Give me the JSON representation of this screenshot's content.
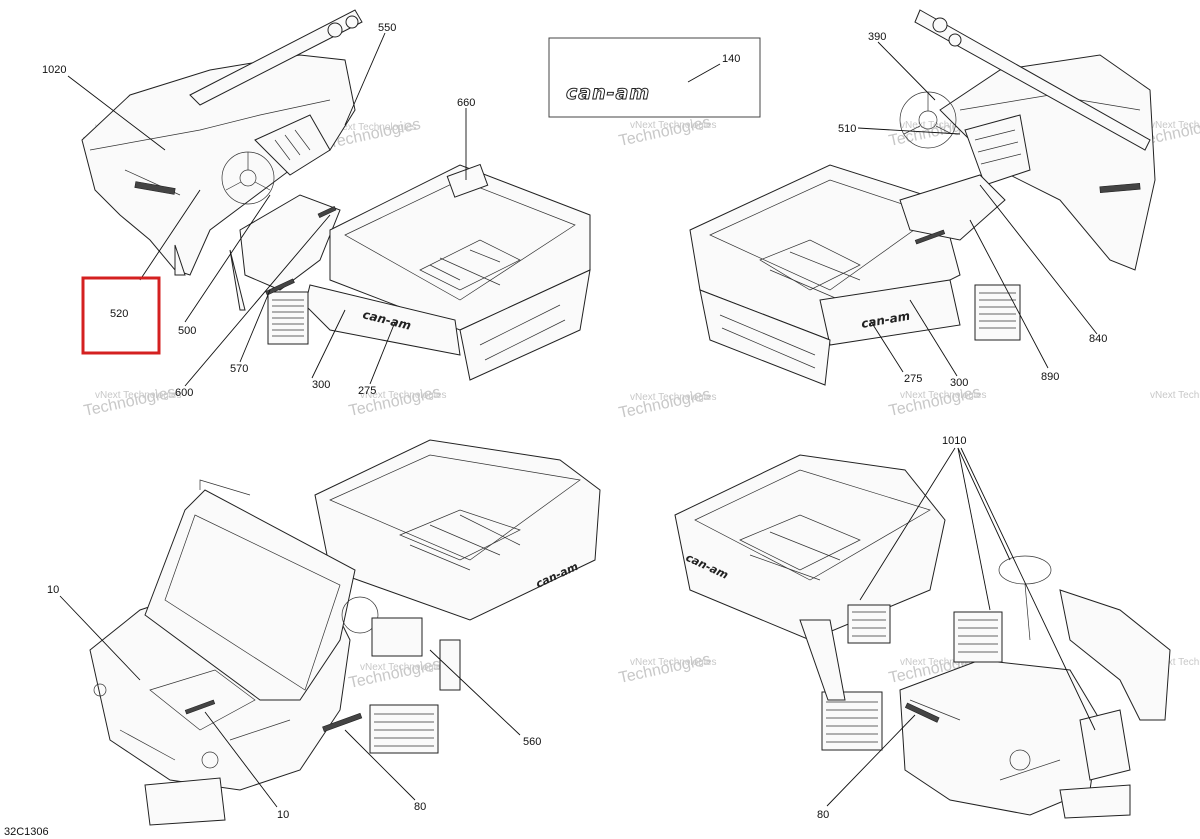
{
  "callouts": {
    "c1020": "1020",
    "c550": "550",
    "c660": "660",
    "c140": "140",
    "c390": "390",
    "c510": "510",
    "c520": "520",
    "c500": "500",
    "c600": "600",
    "c570": "570",
    "c300a": "300",
    "c275a": "275",
    "c275b": "275",
    "c300b": "300",
    "c890": "890",
    "c840": "840",
    "c1010": "1010",
    "c10a": "10",
    "c10b": "10",
    "c560": "560",
    "c80a": "80",
    "c80b": "80"
  },
  "brand_decal": "can-am",
  "drawing_code": "32C1306",
  "watermark": {
    "line1": "vNext Technologies",
    "line2": "Technologies"
  },
  "colors": {
    "highlight": "#d42020",
    "line": "#111111",
    "watermark": "#c8c8c8"
  }
}
